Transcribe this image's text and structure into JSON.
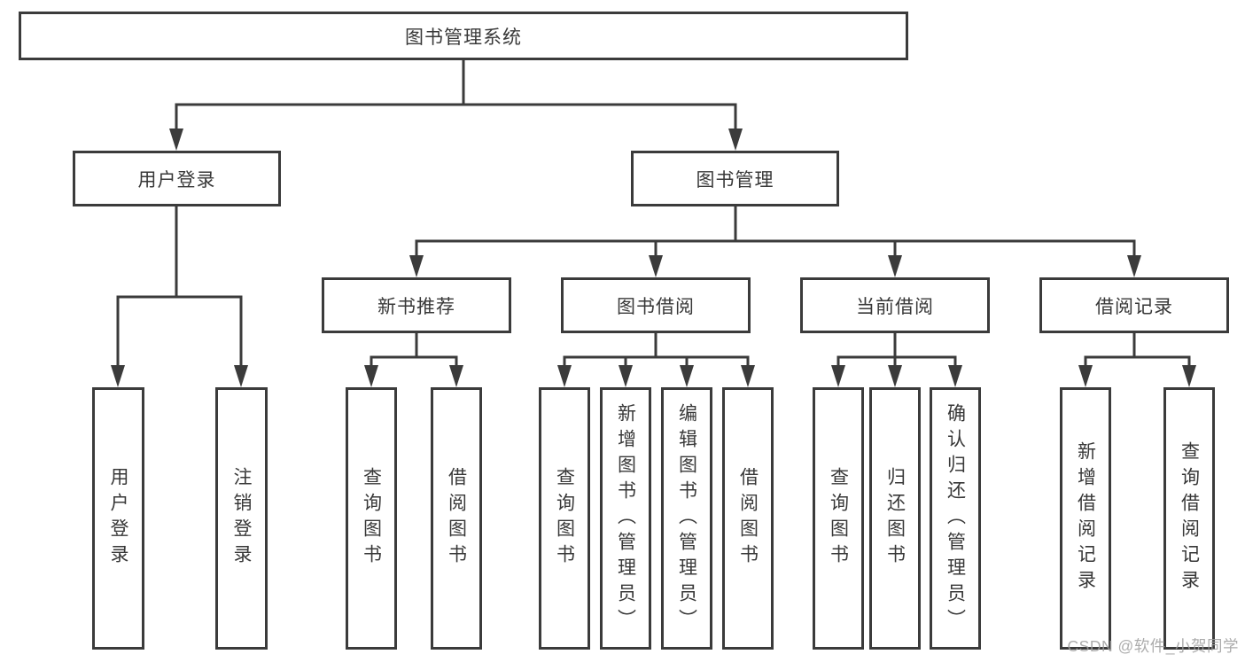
{
  "diagram": {
    "root": {
      "label": "图书管理系统",
      "children": [
        {
          "label": "用户登录",
          "children": [
            {
              "label": "用户登录"
            },
            {
              "label": "注销登录"
            }
          ]
        },
        {
          "label": "图书管理",
          "children": [
            {
              "label": "新书推荐",
              "children": [
                {
                  "label": "查询图书"
                },
                {
                  "label": "借阅图书"
                }
              ]
            },
            {
              "label": "图书借阅",
              "children": [
                {
                  "label": "查询图书"
                },
                {
                  "label": "新增图书（管理员）"
                },
                {
                  "label": "编辑图书（管理员）"
                },
                {
                  "label": "借阅图书"
                }
              ]
            },
            {
              "label": "当前借阅",
              "children": [
                {
                  "label": "查询图书"
                },
                {
                  "label": "归还图书"
                },
                {
                  "label": "确认归还（管理员）"
                }
              ]
            },
            {
              "label": "借阅记录",
              "children": [
                {
                  "label": "新增借阅记录"
                },
                {
                  "label": "查询借阅记录"
                }
              ]
            }
          ]
        }
      ]
    }
  },
  "watermark": "CSDN @软件_小贺同学",
  "colors": {
    "line": "#3b3b3b",
    "text": "#383838",
    "watermark": "#9e9e9e",
    "background": "#ffffff"
  }
}
